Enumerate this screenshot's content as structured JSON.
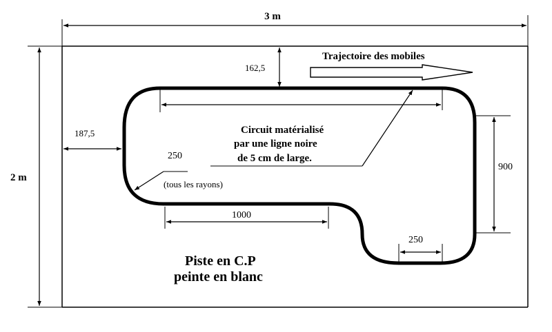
{
  "labels": {
    "total_width": "3 m",
    "total_height": "2 m",
    "top_margin": "162,5",
    "left_margin": "187,5",
    "trajectory": "Trajectoire des mobiles",
    "circuit_line1": "Circuit matérialisé",
    "circuit_line2": "par une ligne noire",
    "circuit_line3": "de 5 cm de large.",
    "radius_value": "250",
    "radius_note": "(tous les rayons)",
    "bottom_straight": "1000",
    "right_height": "900",
    "bottom_radius": "250",
    "piste_line1": "Piste en C.P",
    "piste_line2": "peinte en blanc"
  },
  "colors": {
    "ink": "#000000",
    "background": "#ffffff"
  }
}
